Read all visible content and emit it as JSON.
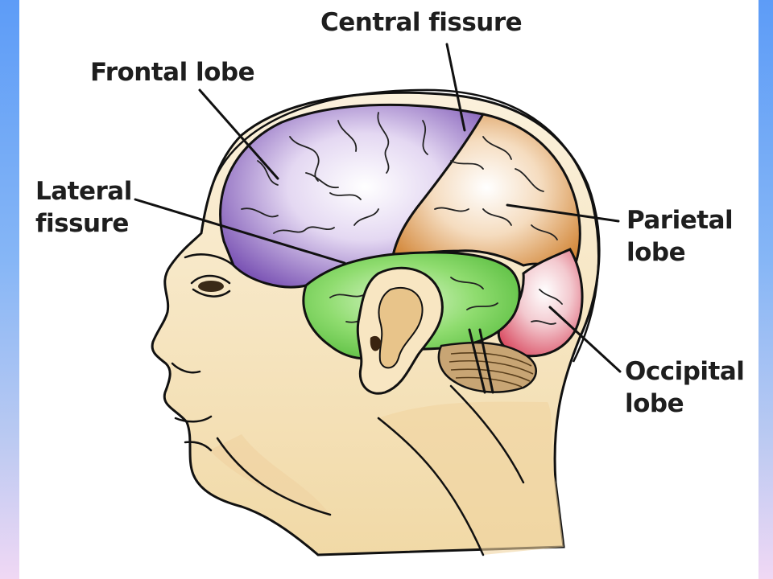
{
  "colors": {
    "frontal": "#8d66c1",
    "parietal": "#d98c3e",
    "temporal": "#6fcf52",
    "occipital": "#e26a7c",
    "skin": "#f7e7c6",
    "skin_shade": "#e9c98e",
    "outline": "#111111"
  },
  "labels": {
    "central_fissure": "Central fissure",
    "frontal_lobe": "Frontal lobe",
    "lateral_fissure_line1": "Lateral",
    "lateral_fissure_line2": "fissure",
    "parietal_lobe_line1": "Parietal",
    "parietal_lobe_line2": "lobe",
    "occipital_lobe_line1": "Occipital",
    "occipital_lobe_line2": "lobe"
  }
}
